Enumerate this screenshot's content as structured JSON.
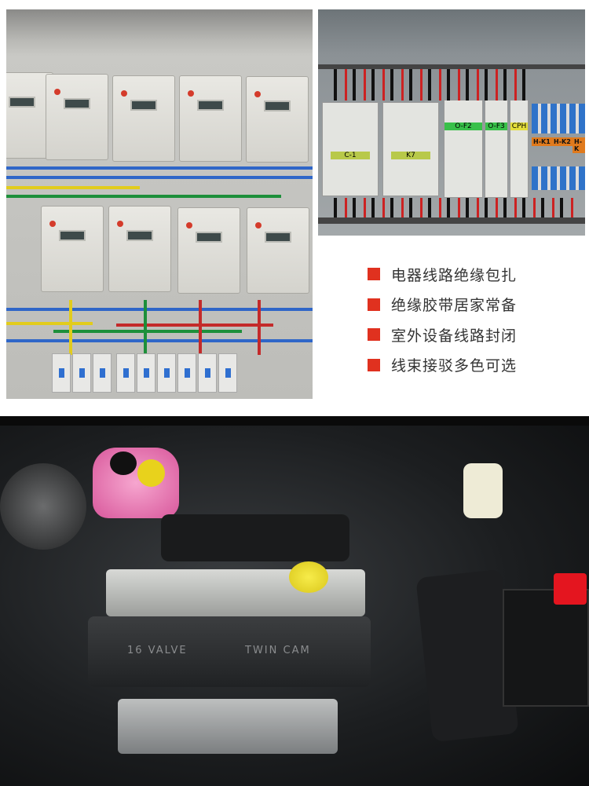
{
  "features": [
    {
      "label": "电器线路绝缘包扎"
    },
    {
      "label": "绝缘胶带居家常备"
    },
    {
      "label": "室外设备线路封闭"
    },
    {
      "label": "线束接驳多色可选"
    }
  ],
  "photo_labels": {
    "contactor_1": "C-1",
    "contactor_2": "K7",
    "breaker_1": "O-F2",
    "breaker_2": "O-F3",
    "breaker_3": "CPH",
    "relay_1": "H-K1",
    "relay_2": "H-K2",
    "relay_3": "H-K",
    "engine_left": "16 VALVE",
    "engine_right": "TWIN CAM"
  },
  "colors": {
    "bullet": "#e0311f",
    "text": "#333333"
  }
}
